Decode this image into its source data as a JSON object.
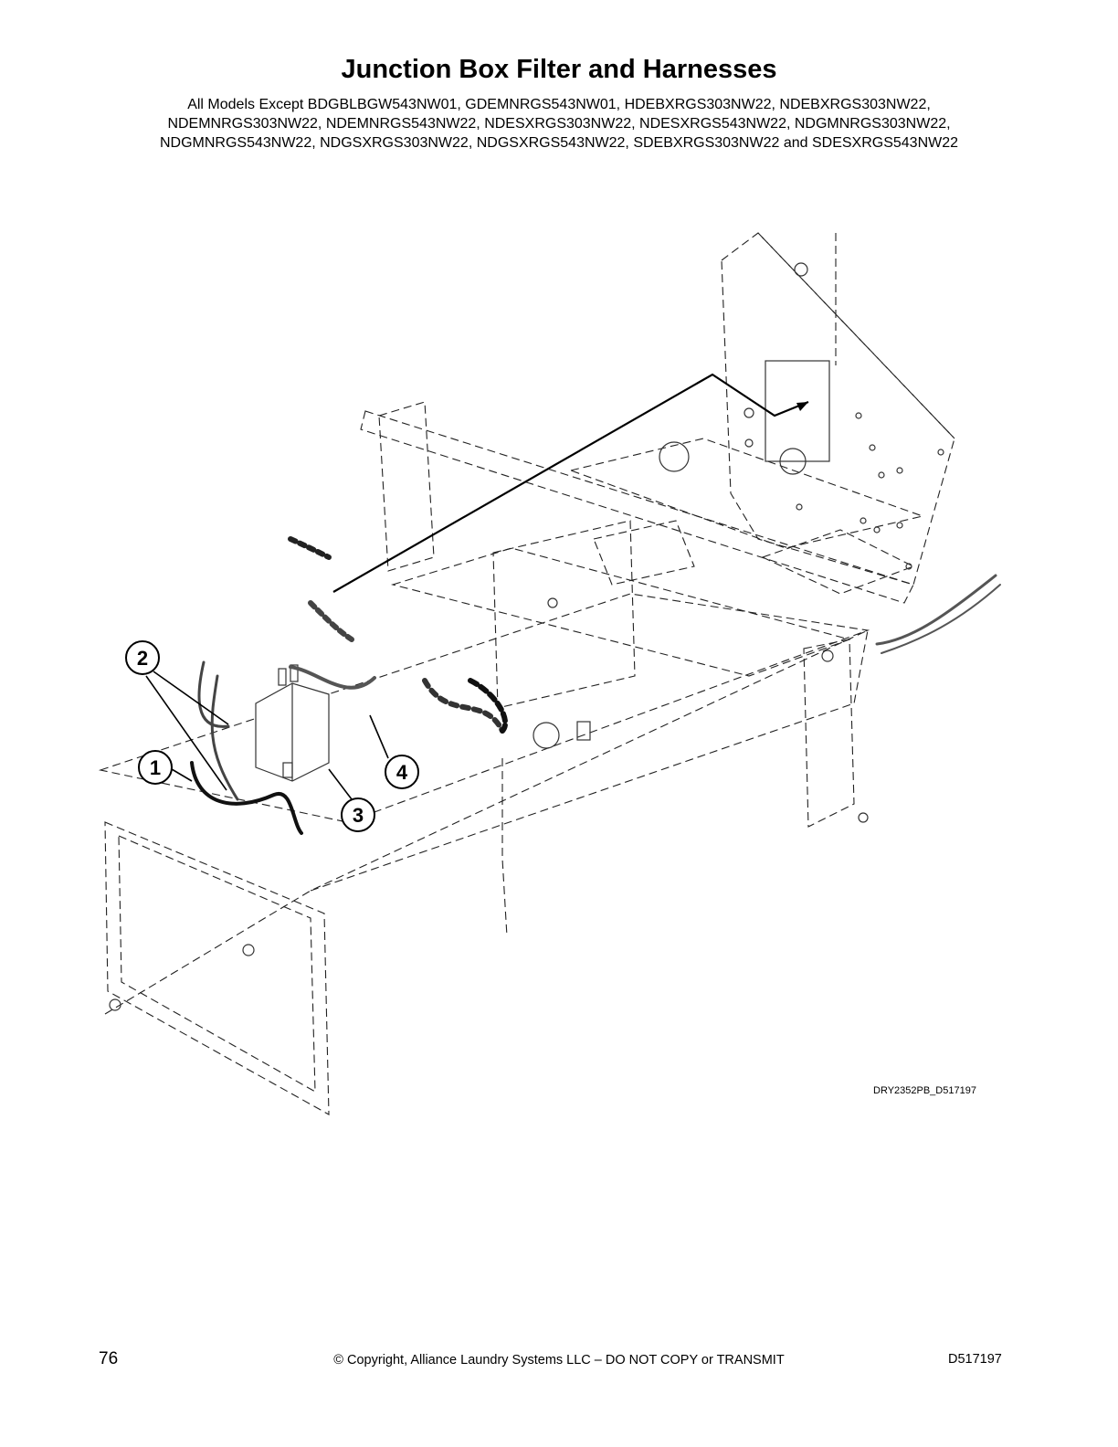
{
  "header": {
    "title": "Junction Box Filter and Harnesses",
    "models_lines": [
      "All Models Except BDGBLBGW543NW01, GDEMNRGS543NW01, HDEBXRGS303NW22, NDEBXRGS303NW22,",
      "NDEMNRGS303NW22, NDEMNRGS543NW22, NDESXRGS303NW22, NDESXRGS543NW22, NDGMNRGS303NW22,",
      "NDGMNRGS543NW22, NDGSXRGS303NW22, NDGSXRGS543NW22, SDEBXRGS303NW22 and SDESXRGS543NW22"
    ]
  },
  "diagram": {
    "figure_code": "DRY2352PB_D517197",
    "callouts": [
      "1",
      "2",
      "3",
      "4"
    ]
  },
  "footer": {
    "page_number": "76",
    "copyright": "© Copyright, Alliance Laundry Systems LLC – DO NOT COPY or TRANSMIT",
    "doc_number": "D517197"
  }
}
